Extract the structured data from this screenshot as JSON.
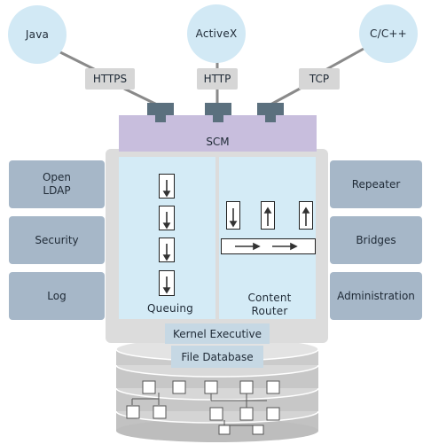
{
  "clients": {
    "java": "Java",
    "activex": "ActiveX",
    "cpp": "C/C++"
  },
  "protocols": {
    "https": "HTTPS",
    "http": "HTTP",
    "tcp": "TCP"
  },
  "scm": "SCM",
  "left_modules": {
    "ldap": "Open\nLDAP",
    "security": "Security",
    "log": "Log"
  },
  "right_modules": {
    "repeater": "Repeater",
    "bridges": "Bridges",
    "administration": "Administration"
  },
  "panels": {
    "queuing": "Queuing",
    "content_router": "Content\nRouter"
  },
  "kernel": "Kernel Executive",
  "file_database": "File Database",
  "colors": {
    "client_bubble": "#d2e9f5",
    "protocol_box": "#d6d6d6",
    "scm_bar": "#c8bedd",
    "side_module": "#a6b7c8",
    "panel": "#d4ebf6",
    "connector": "#5b707e",
    "database": "#c9c9c9"
  }
}
